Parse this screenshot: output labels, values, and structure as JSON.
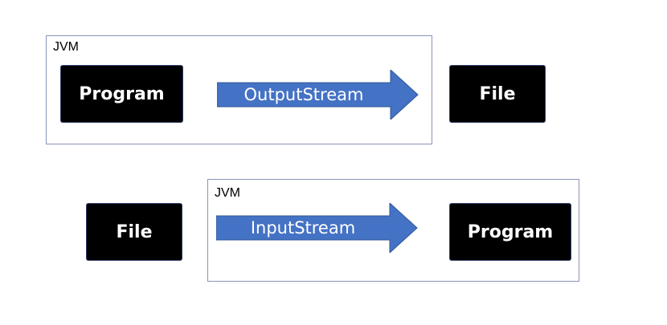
{
  "diagram": {
    "top": {
      "jvm_label": "JVM",
      "source_label": "Program",
      "stream_label": "OutputStream",
      "target_label": "File"
    },
    "bottom": {
      "jvm_label": "JVM",
      "source_label": "File",
      "stream_label": "InputStream",
      "target_label": "Program"
    }
  },
  "colors": {
    "arrow_fill": "#4472c4",
    "node_fill": "#000000",
    "frame_border": "#8a94b8"
  }
}
